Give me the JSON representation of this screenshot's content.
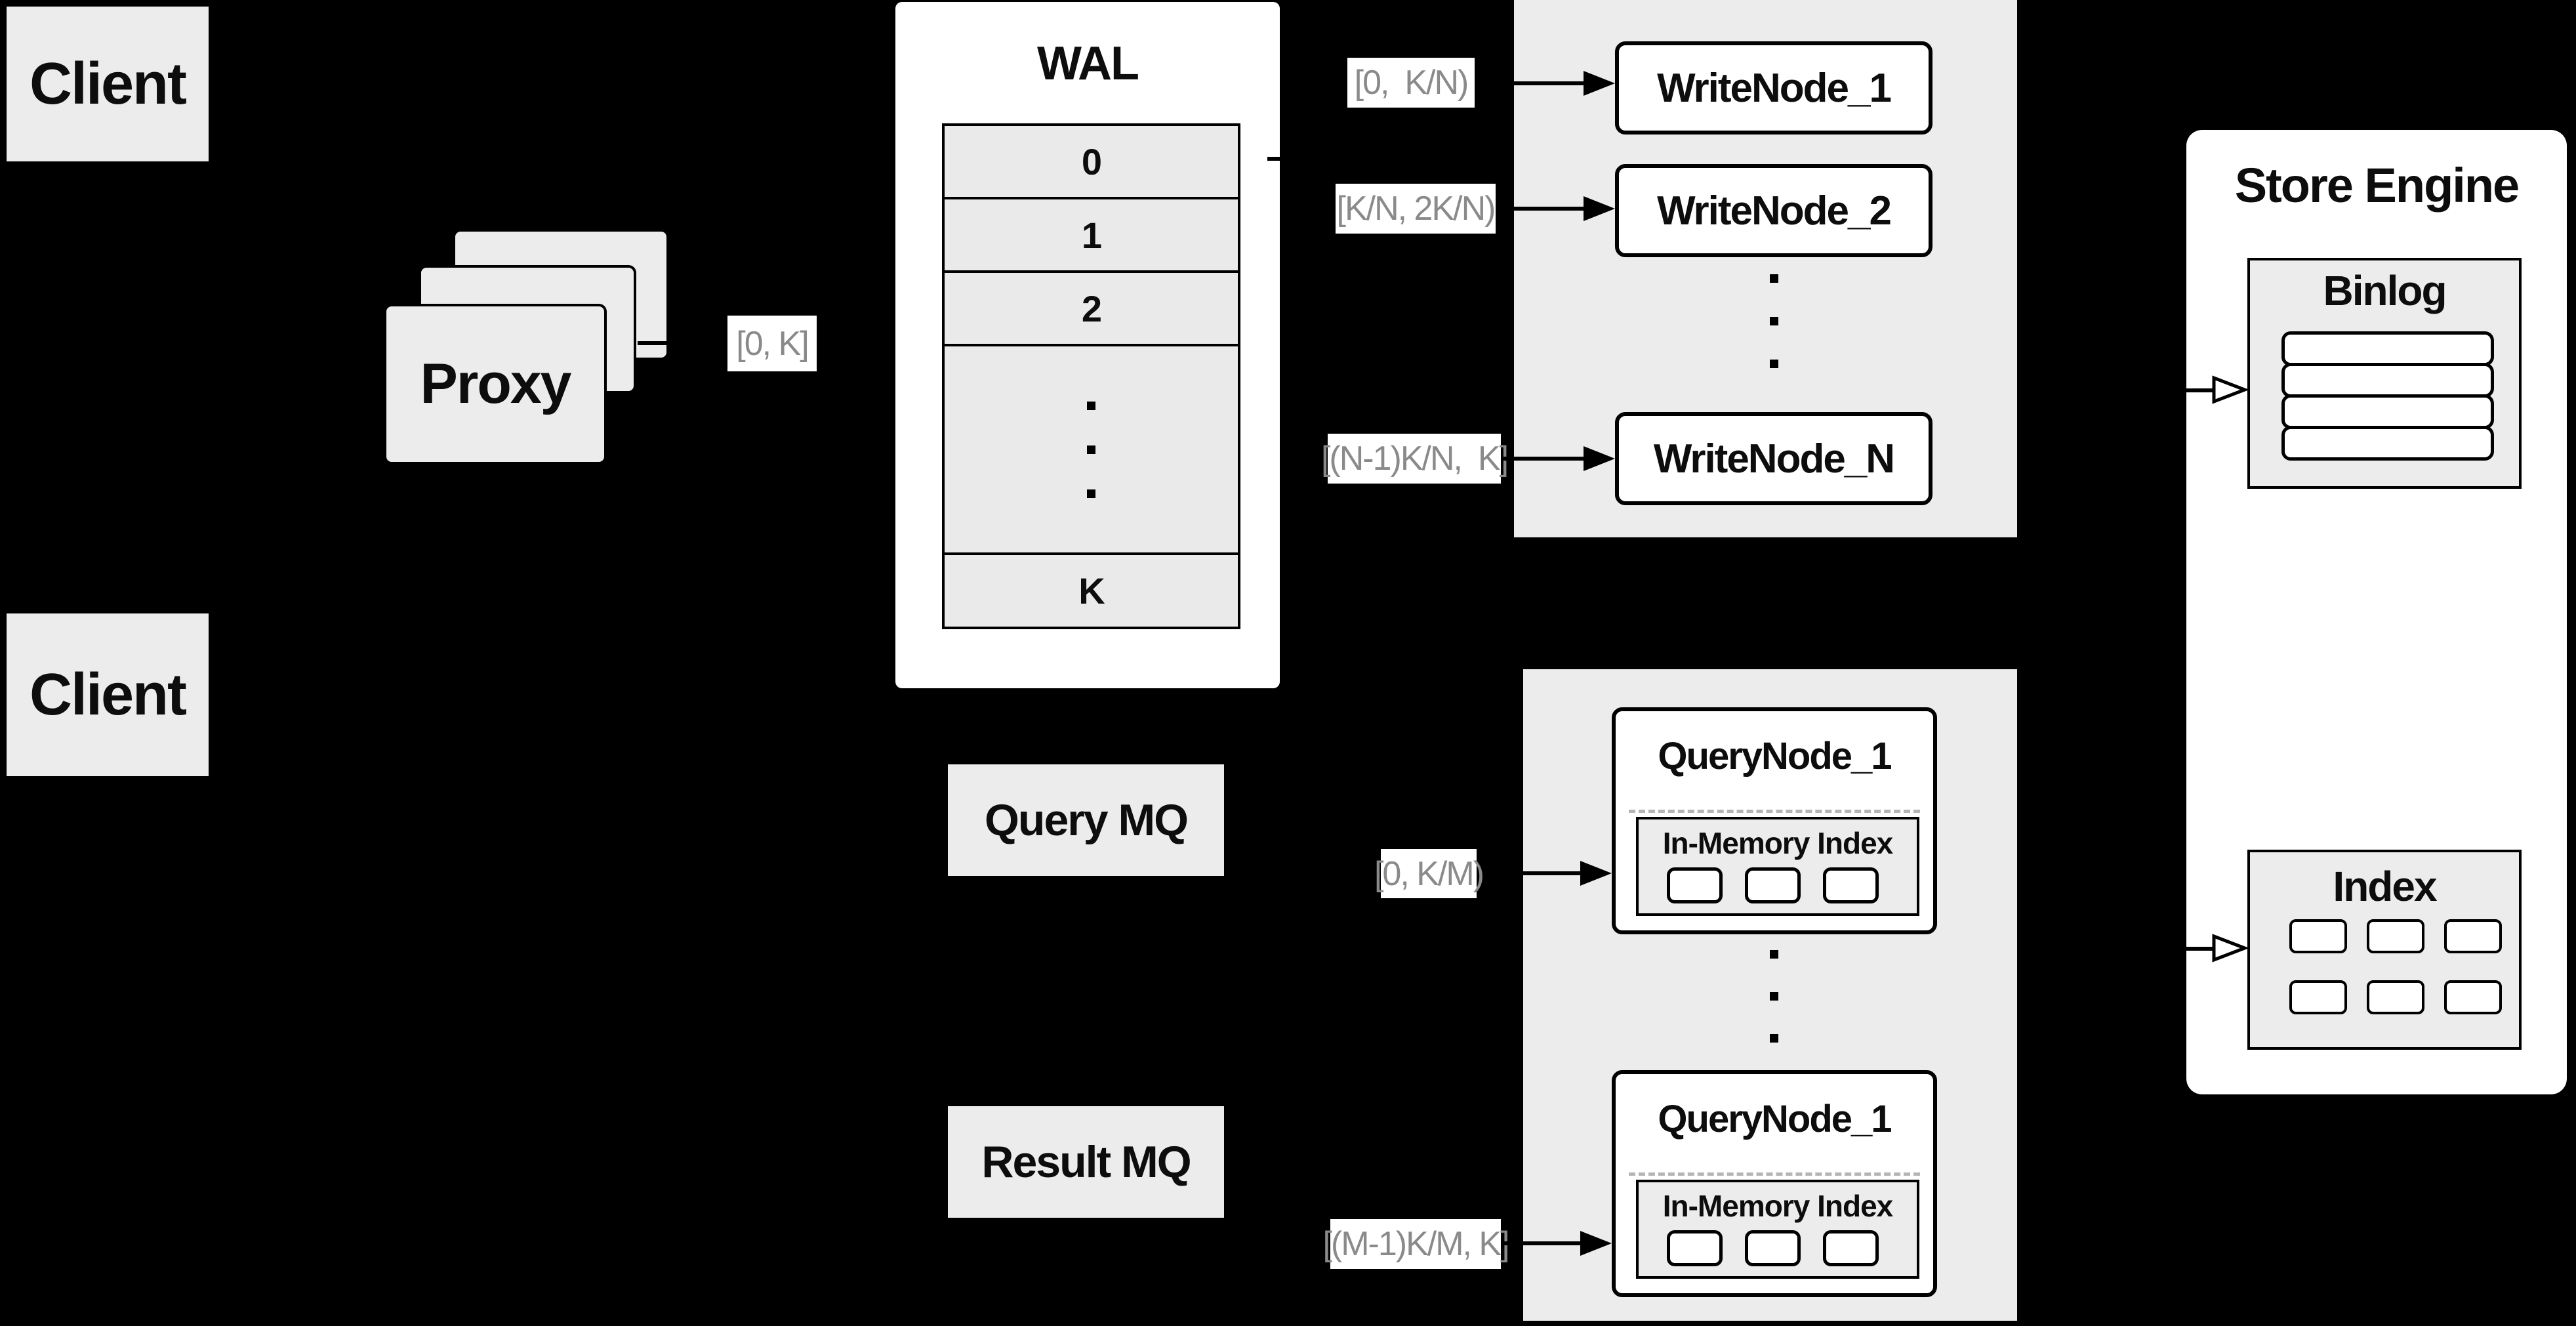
{
  "diagram_title": "Distributed vector database write/read path architecture",
  "colors": {
    "background": "#000000",
    "panel_white": "#ffffff",
    "box_gray": "#ececec",
    "cell_gray": "#eaeaea",
    "border_black": "#000000",
    "text_black": "#0d0d0d",
    "range_label_gray": "#8a8a8a",
    "dashed_divider": "#b5b5b5"
  },
  "clients": {
    "top_label": "Client",
    "bottom_label": "Client"
  },
  "proxy": {
    "label": "Proxy"
  },
  "ranges": {
    "proxy_out": "[0, K]",
    "write_1": "[0,  K/N)",
    "write_2": "[K/N, 2K/N)",
    "write_n": "[(N-1)K/N,  K]",
    "query_1": "[0, K/M)",
    "query_m": "[(M-1)K/M, K]"
  },
  "wal": {
    "title": "WAL",
    "rows": [
      "0",
      "1",
      "2"
    ],
    "last_row": "K"
  },
  "write_nodes": {
    "node_1": "WriteNode_1",
    "node_2": "WriteNode_2",
    "node_n": "WriteNode_N"
  },
  "store_engine": {
    "title": "Store Engine",
    "binlog_title": "Binlog",
    "index_title": "Index"
  },
  "mq": {
    "query_label": "Query MQ",
    "result_label": "Result MQ"
  },
  "query_nodes": {
    "node_top_title": "QueryNode_1",
    "node_top_index_title": "In-Memory Index",
    "node_bottom_title": "QueryNode_1",
    "node_bottom_index_title": "In-Memory Index"
  }
}
